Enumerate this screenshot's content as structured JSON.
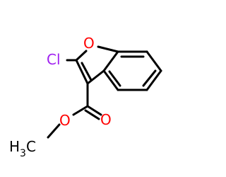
{
  "molecule": {
    "labels": {
      "oxygen_ring": "O",
      "chlorine": "Cl",
      "oxygen_carbonyl": "O",
      "oxygen_ester": "O",
      "methyl_h": "H",
      "methyl_sub": "3",
      "methyl_c": "C"
    },
    "colors": {
      "oxygen": "#ff0000",
      "chlorine": "#a020f0",
      "carbon": "#000000",
      "bond": "#000000"
    }
  }
}
